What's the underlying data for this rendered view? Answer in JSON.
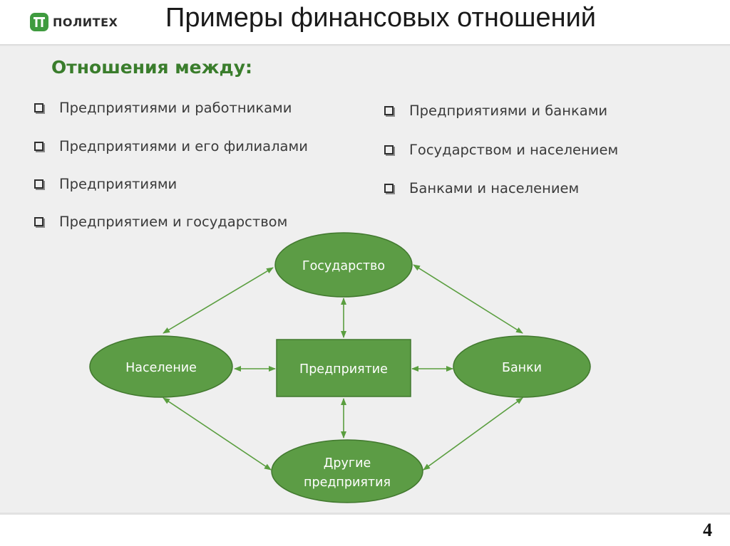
{
  "header": {
    "logo_text": "ПОЛИТЕХ",
    "title": "Примеры финансовых отношений"
  },
  "content": {
    "subtitle": "Отношения между:",
    "left_items": [
      "Предприятиями и работниками",
      "Предприятиями и его филиалами",
      "Предприятиями",
      "Предприятием и государством"
    ],
    "right_items": [
      "Предприятиями и банками",
      "Государством и населением",
      "Банками и населением"
    ]
  },
  "diagram": {
    "nodes": {
      "state": "Государство",
      "population": "Население",
      "enterprise": "Предприятие",
      "banks": "Банки",
      "other_line1": "Другие",
      "other_line2": "предприятия"
    },
    "colors": {
      "fill": "#5c9c45",
      "stroke": "#41782e",
      "arrow": "#5a9e3f"
    }
  },
  "footer": {
    "page_number": "4"
  },
  "colors": {
    "accent": "#3a7d2c",
    "brand": "#3f9b3f",
    "background": "#efefef"
  }
}
